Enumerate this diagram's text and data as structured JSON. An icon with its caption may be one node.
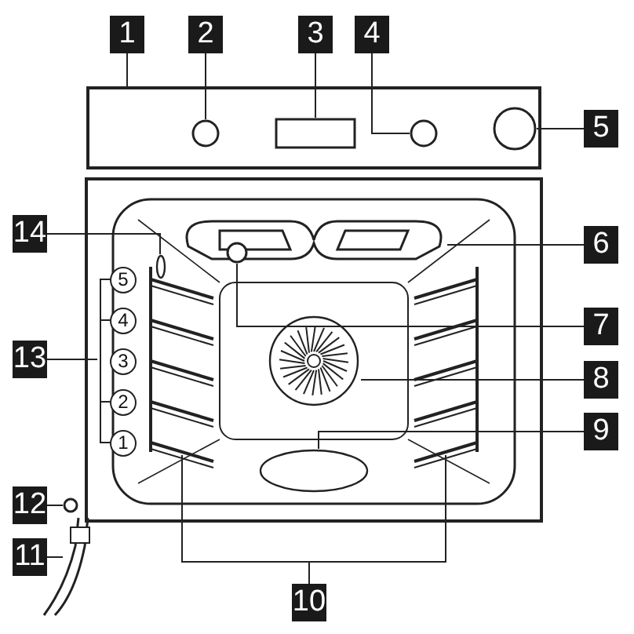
{
  "diagram": {
    "nodes": [
      {
        "text": [
          "1"
        ]
      },
      {
        "text": [
          "2"
        ]
      },
      {
        "text": [
          "3"
        ]
      },
      {
        "text": [
          "4"
        ]
      },
      {
        "text": [
          "5"
        ]
      },
      {
        "text": [
          "6"
        ]
      },
      {
        "text": [
          "7"
        ]
      },
      {
        "text": [
          "8"
        ]
      },
      {
        "text": [
          "9"
        ]
      },
      {
        "text": [
          "10"
        ]
      },
      {
        "text": [
          "11"
        ]
      },
      {
        "text": [
          "12"
        ]
      },
      {
        "text": [
          "13"
        ]
      },
      {
        "text": [
          "14"
        ]
      },
      {
        "text": [],
        "shape": "box"
      },
      {
        "text": [],
        "shape": "circle",
        "in": 14
      },
      {
        "text": [],
        "shape": "box",
        "in": 14
      },
      {
        "text": [],
        "shape": "circle",
        "in": 14
      },
      {
        "text": [],
        "shape": "circle",
        "in": 14
      },
      {
        "text": [],
        "shape": "picture"
      },
      {
        "text": [],
        "shape": "circle"
      },
      {
        "text": [],
        "shape": "picture"
      },
      {
        "text": [],
        "shape": "ellipse"
      },
      {
        "text": [],
        "shape": "picture"
      },
      {
        "text": [],
        "shape": "picture"
      },
      {
        "text": [],
        "shape": "picture"
      },
      {
        "text": [],
        "shape": "circle"
      },
      {
        "text": [],
        "shape": "ellipse"
      },
      {
        "text": [
          "5"
        ]
      },
      {
        "text": [
          "4"
        ]
      },
      {
        "text": [
          "3"
        ]
      },
      {
        "text": [
          "2"
        ]
      },
      {
        "text": [
          "1"
        ]
      },
      {
        "text": [],
        "shape": "bracket"
      }
    ],
    "edges": [
      {
        "from": 0,
        "to": 14,
        "arrow": "none"
      },
      {
        "from": 1,
        "to": 15,
        "arrow": "none"
      },
      {
        "from": 2,
        "to": 16,
        "arrow": "none"
      },
      {
        "from": 3,
        "to": 17,
        "arrow": "none"
      },
      {
        "from": 4,
        "to": 18,
        "arrow": "none"
      },
      {
        "from": 5,
        "to": 19,
        "arrow": "none"
      },
      {
        "from": 6,
        "to": 20,
        "arrow": "none"
      },
      {
        "from": 7,
        "to": 21,
        "arrow": "none"
      },
      {
        "from": 8,
        "to": 22,
        "arrow": "none"
      },
      {
        "from": 9,
        "to": 23,
        "arrow": "none"
      },
      {
        "from": 9,
        "to": 24,
        "arrow": "none"
      },
      {
        "from": 10,
        "to": 25,
        "arrow": "none"
      },
      {
        "from": 11,
        "to": 26,
        "arrow": "none"
      },
      {
        "from": 12,
        "to": 33,
        "arrow": "none"
      },
      {
        "from": 13,
        "to": 27,
        "arrow": "none"
      }
    ]
  }
}
